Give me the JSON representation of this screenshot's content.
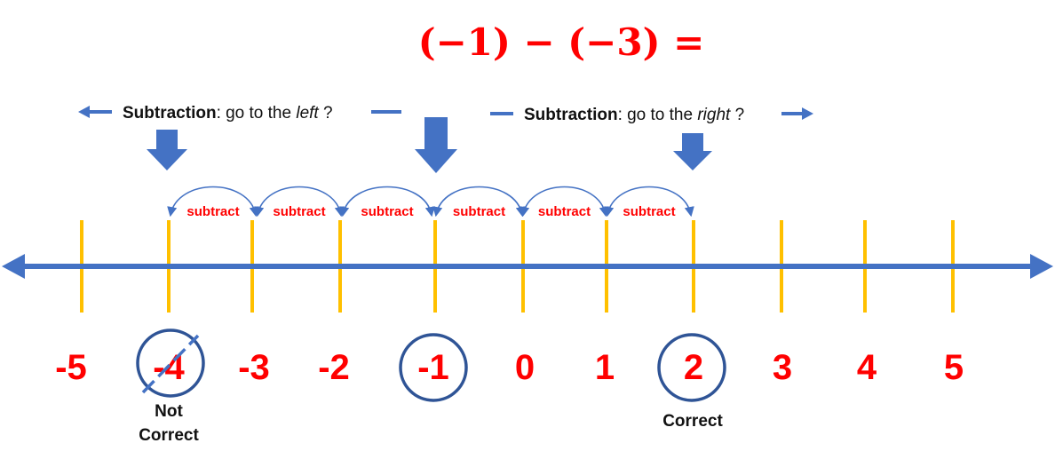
{
  "equation": "(−1) − (−3) =",
  "hints": {
    "left": {
      "bold": "Subtraction",
      "normal": ": go to the ",
      "italic": "left",
      "end": " ?"
    },
    "right": {
      "bold": "Subtraction",
      "normal": ": go to the ",
      "italic": "right",
      "end": " ?"
    }
  },
  "number_line": {
    "ticks": [
      "-5",
      "-4",
      "-3",
      "-2",
      "-1",
      "0",
      "1",
      "2",
      "3",
      "4",
      "5"
    ],
    "start": "-1",
    "wrong_answer": "-4",
    "correct_answer": "2"
  },
  "hops": [
    {
      "label": "subtract"
    },
    {
      "label": "subtract"
    },
    {
      "label": "subtract"
    },
    {
      "label": "subtract"
    },
    {
      "label": "subtract"
    },
    {
      "label": "subtract"
    }
  ],
  "verdicts": {
    "wrong_line1": "Not",
    "wrong_line2": "Correct",
    "correct": "Correct"
  },
  "colors": {
    "blue": "#4472C4",
    "gold": "#FFC000",
    "red": "#FF0000",
    "circle": "#2F5496"
  },
  "icons": [
    "double-headed-arrow",
    "down-arrow-icon",
    "left-arrow-icon",
    "right-arrow-icon",
    "cross-out-icon"
  ]
}
